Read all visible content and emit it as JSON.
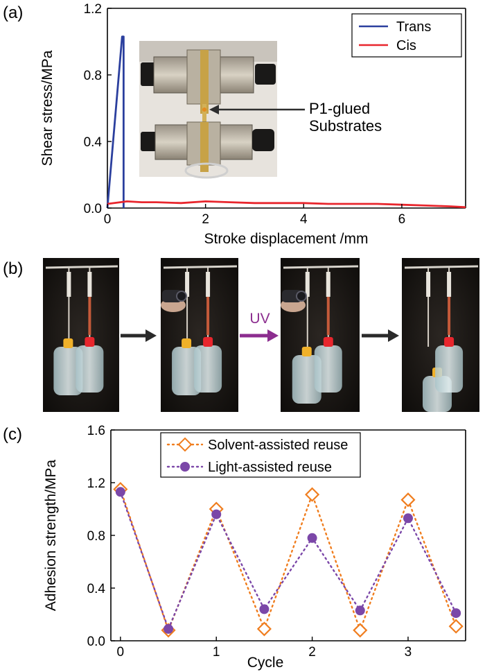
{
  "panels": {
    "a": {
      "letter": "(a)"
    },
    "b": {
      "letter": "(b)",
      "arrow_label": "UV"
    },
    "c": {
      "letter": "(c)"
    }
  },
  "colors": {
    "trans": "#2b3f9e",
    "cis": "#e8262d",
    "solvent": "#f07d1e",
    "light": "#7b47a8",
    "uv_arrow": "#8c2d8f",
    "arrow": "#2a2a2a"
  },
  "chart_data": [
    {
      "type": "line",
      "panel": "a",
      "xlabel": "Stroke displacement /mm",
      "ylabel": "Shear stress/MPa",
      "xlim": [
        0,
        7.3
      ],
      "ylim": [
        0,
        1.2
      ],
      "xticks": [
        0,
        2,
        4,
        6
      ],
      "xtick_labels": [
        "0",
        "2",
        "4",
        "6"
      ],
      "yticks": [
        0,
        0.4,
        0.8,
        1.2
      ],
      "ytick_labels": [
        "0.0",
        "0.4",
        "0.8",
        "1.2"
      ],
      "legend_position": "top-right",
      "series": [
        {
          "name": "Trans",
          "x": [
            0,
            0.3,
            0.33,
            0.33
          ],
          "y": [
            0.0,
            1.03,
            1.03,
            0.0
          ]
        },
        {
          "name": "Cis",
          "x": [
            0,
            0.4,
            0.7,
            1.0,
            1.5,
            2.0,
            2.5,
            3.0,
            3.5,
            4.0,
            4.5,
            5.0,
            5.5,
            6.0,
            6.5,
            7.0,
            7.3
          ],
          "y": [
            0.025,
            0.04,
            0.035,
            0.035,
            0.03,
            0.04,
            0.035,
            0.03,
            0.03,
            0.03,
            0.025,
            0.025,
            0.025,
            0.02,
            0.015,
            0.01,
            0.005
          ]
        }
      ],
      "annotations": [
        {
          "text_lines": [
            "P1-glued",
            "Substrates"
          ]
        }
      ]
    },
    {
      "type": "scatter",
      "panel": "c",
      "xlabel": "Cycle",
      "ylabel": "Adhesion strength/MPa",
      "xlim": [
        -0.1,
        3.6
      ],
      "ylim": [
        0,
        1.6
      ],
      "xticks": [
        0,
        1,
        2,
        3
      ],
      "xtick_labels": [
        "0",
        "1",
        "2",
        "3"
      ],
      "yticks": [
        0,
        0.4,
        0.8,
        1.2,
        1.6
      ],
      "ytick_labels": [
        "0.0",
        "0.4",
        "0.8",
        "1.2",
        "1.6"
      ],
      "legend_position": "top-left",
      "series": [
        {
          "name": "Solvent-assisted reuse",
          "marker": "diamond-open",
          "x": [
            0,
            0.5,
            1,
            1.5,
            2,
            2.5,
            3,
            3.5
          ],
          "y": [
            1.15,
            0.08,
            1.0,
            0.09,
            1.11,
            0.08,
            1.07,
            0.11
          ]
        },
        {
          "name": "Light-assisted reuse",
          "marker": "circle-filled",
          "x": [
            0,
            0.5,
            1,
            1.5,
            2,
            2.5,
            3,
            3.5
          ],
          "y": [
            1.13,
            0.09,
            0.96,
            0.24,
            0.78,
            0.23,
            0.93,
            0.21
          ]
        }
      ]
    }
  ]
}
